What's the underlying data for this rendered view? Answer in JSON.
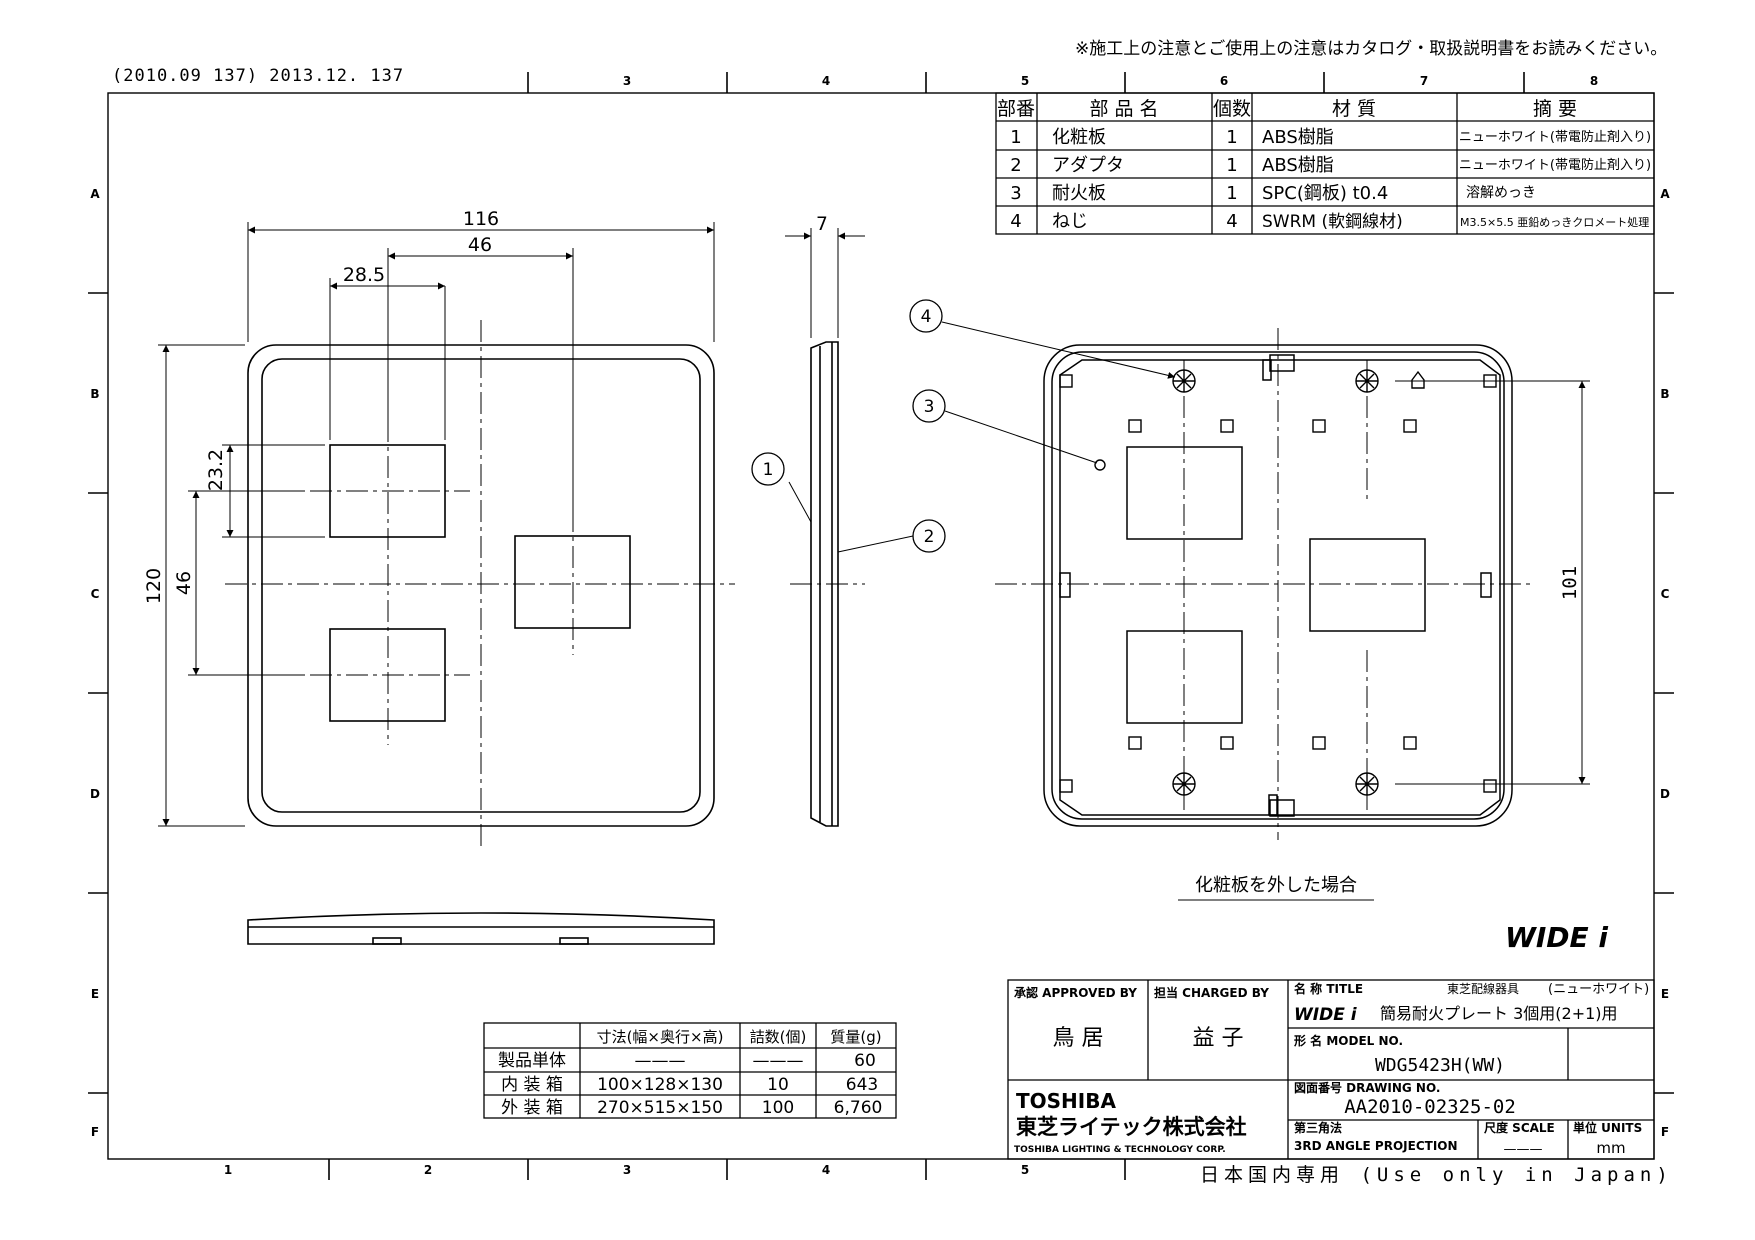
{
  "header": {
    "notice": "※施工上の注意とご使用上の注意はカタログ・取扱説明書をお読みください。",
    "revision": "(2010.09 137) 2013.12. 137"
  },
  "frame": {
    "columns": [
      "1",
      "2",
      "3",
      "4",
      "5",
      "6",
      "7",
      "8"
    ],
    "rows": [
      "A",
      "B",
      "C",
      "D",
      "E",
      "F"
    ]
  },
  "parts_table": {
    "headers": [
      "部番",
      "部 品 名",
      "個数",
      "材 質",
      "摘 要"
    ],
    "rows": [
      [
        "1",
        "化粧板",
        "1",
        "ABS樹脂",
        "ニューホワイト(帯電防止剤入り)"
      ],
      [
        "2",
        "アダプタ",
        "1",
        "ABS樹脂",
        "ニューホワイト(帯電防止剤入り)"
      ],
      [
        "3",
        "耐火板",
        "1",
        "SPC(鋼板) t0.4",
        "溶解めっき"
      ],
      [
        "4",
        "ねじ",
        "4",
        "SWRM (軟鋼線材)",
        "M3.5×5.5 亜鉛めっきクロメート処理"
      ]
    ]
  },
  "dimensions": {
    "overall_width": "116",
    "pitch_horizontal": "46",
    "offset": "28.5",
    "opening_height": "23.2",
    "pitch_vertical": "46",
    "overall_height": "120",
    "thickness": "7",
    "inner_height": "101"
  },
  "callouts": [
    "1",
    "2",
    "3",
    "4"
  ],
  "view_label": "化粧板を外した場合",
  "brand_mark": "WIDE i",
  "packing_table": {
    "headers": [
      "",
      "寸法(幅×奥行×高)",
      "詰数(個)",
      "質量(g)"
    ],
    "rows": [
      [
        "製品単体",
        "———",
        "———",
        "60"
      ],
      [
        "内 装 箱",
        "100×128×130",
        "10",
        "643"
      ],
      [
        "外 装 箱",
        "270×515×150",
        "100",
        "6,760"
      ]
    ]
  },
  "title_block": {
    "approved_label": "承認 APPROVED BY",
    "approved_name": "鳥 居",
    "charged_label": "担当 CHARGED BY",
    "charged_name": "益 子",
    "title_label": "名 称 TITLE",
    "title_category": "東芝配線器具",
    "title_color": "(ニューホワイト)",
    "title_brand": "WIDE i",
    "title_text": "簡易耐火プレート 3個用(2+1)用",
    "model_label": "形 名 MODEL NO.",
    "model_no": "WDG5423H(WW)",
    "drawing_label": "図面番号 DRAWING NO.",
    "drawing_no": "AA2010-02325-02",
    "projection_label": "第三角法",
    "projection": "3RD ANGLE PROJECTION",
    "scale_label": "尺度 SCALE",
    "scale_value": "———",
    "units_label": "単位 UNITS",
    "units_value": "mm",
    "company_en": "TOSHIBA",
    "company_jp": "東芝ライテック株式会社",
    "company_full": "TOSHIBA LIGHTING & TECHNOLOGY CORP."
  },
  "footer": {
    "japan_only": "日本国内専用 (Use only in Japan)"
  }
}
